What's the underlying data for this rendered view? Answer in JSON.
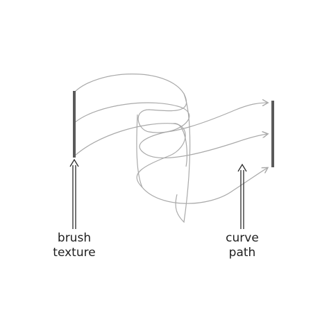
{
  "labels": {
    "brush_line1": "brush",
    "brush_line2": "texture",
    "curve_line1": "curve",
    "curve_line2": "path"
  },
  "colors": {
    "ribbon_stroke": "#a9a9a9",
    "bar": "#5a5a5a",
    "arrow": "#2a2a2a",
    "text": "#1e1e1e"
  }
}
